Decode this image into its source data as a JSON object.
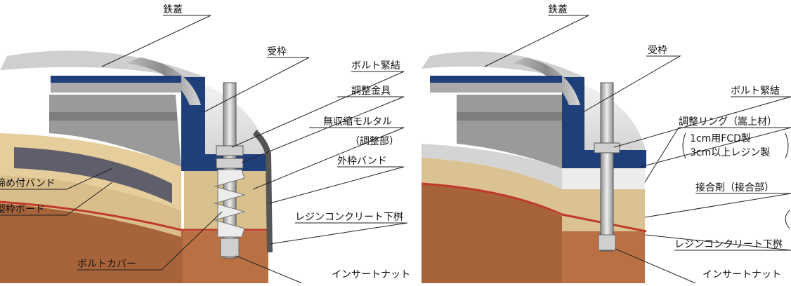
{
  "left_diagram": {
    "labels": {
      "tetsubuta": "鉄蓋",
      "ukewaku": "受枠",
      "bolt_kinketsu": "ボルト緊結",
      "chosei_kanagu": "調整金具",
      "mushukushuku_mortar": "無収縮モルタル",
      "chosei_bu": "（調整部）",
      "sotowaku_band": "外枠バンド",
      "shimetsuke_band": "締め付バンド",
      "kata_waku_board": "型枠ボード",
      "resin_concrete": "レジンコンクリート下桝",
      "bolt_cover": "ボルトカバー",
      "insert_nut": "インサートナット"
    }
  },
  "right_diagram": {
    "labels": {
      "tetsubuta": "鉄蓋",
      "ukewaku": "受枠",
      "bolt_kinketsu": "ボルト緊結",
      "chosei_ring": "調整リング（嵩上材）",
      "ring_1cm": "1cm用FCD製",
      "ring_3cm": "3cm以上レジン製",
      "setchakuzai": "接合剤（接合部）",
      "resin_concrete": "レジンコンクリート下桝",
      "insert_nut": "インサートナット"
    }
  },
  "colors": {
    "cover_blue": "#1f3f7a",
    "cover_gray": "#9c9c9c",
    "concrete_gray": "#8e8e8e",
    "mortar_tan": "#ddc69a",
    "resin_brown": "#b86a3e",
    "red_line": "#c0392b",
    "bolt_gray": "#bdbdbd"
  }
}
